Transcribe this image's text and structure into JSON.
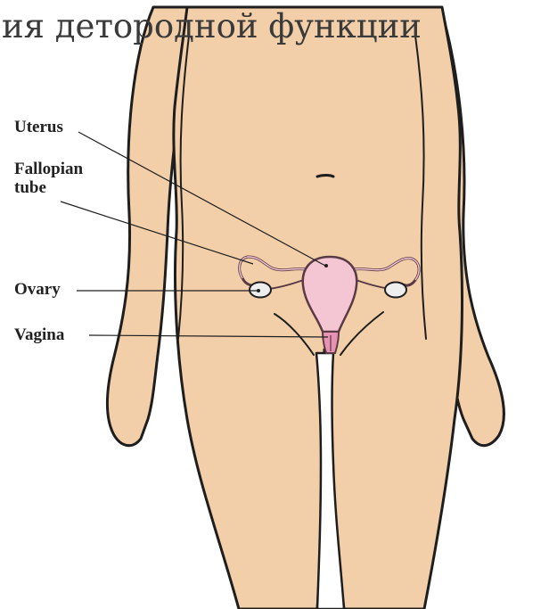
{
  "title": "ия детородной функции",
  "labels": {
    "uterus": "Uterus",
    "fallopian_1": "Fallopian",
    "fallopian_2": "tube",
    "ovary": "Ovary",
    "vagina": "Vagina"
  },
  "colors": {
    "skin": "#f2cfa8",
    "organ_fill": "#f4c6d4",
    "organ_stroke": "#5a3a44",
    "vagina_fill": "#e892b4",
    "ovary_fill": "#eeeeee",
    "outline": "#1e1e1e"
  }
}
